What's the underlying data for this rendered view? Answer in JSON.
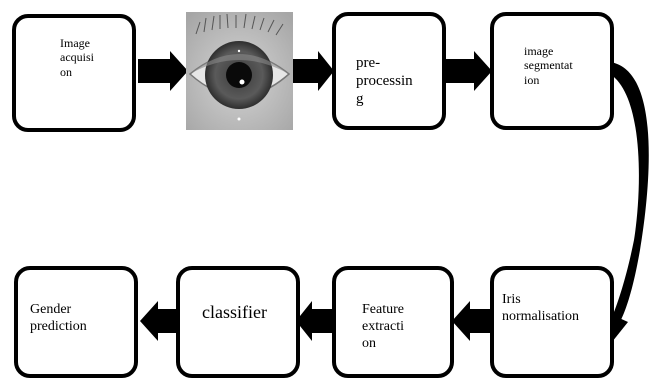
{
  "diagram": {
    "nodes": [
      {
        "id": "image-acquisition",
        "label": "Image\nacquisi\non"
      },
      {
        "id": "eye-image",
        "label": ""
      },
      {
        "id": "pre-processing",
        "label": "pre-\nprocessin\ng"
      },
      {
        "id": "image-segmentation",
        "label": "image\nsegmentat\nion"
      },
      {
        "id": "iris-normalisation",
        "label": "Iris\nnormalisation"
      },
      {
        "id": "feature-extraction",
        "label": "Feature\nextracti\non"
      },
      {
        "id": "classifier",
        "label": "classifier"
      },
      {
        "id": "gender-prediction",
        "label": "Gender\nprediction"
      }
    ],
    "edges": [
      {
        "from": "image-acquisition",
        "to": "eye-image"
      },
      {
        "from": "eye-image",
        "to": "pre-processing"
      },
      {
        "from": "pre-processing",
        "to": "image-segmentation"
      },
      {
        "from": "image-segmentation",
        "to": "iris-normalisation"
      },
      {
        "from": "iris-normalisation",
        "to": "feature-extraction"
      },
      {
        "from": "feature-extraction",
        "to": "classifier"
      },
      {
        "from": "classifier",
        "to": "gender-prediction"
      }
    ],
    "colors": {
      "stroke": "#000000",
      "background": "#ffffff",
      "iris": "#4a4a4a",
      "pupil": "#0a0a0a",
      "skin": "#b9b9b9"
    }
  }
}
